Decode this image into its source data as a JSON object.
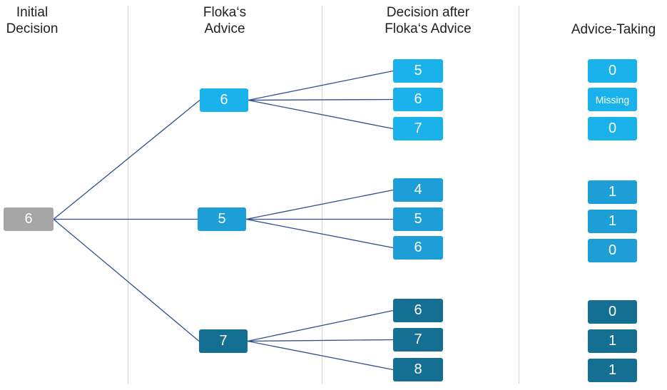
{
  "headers": {
    "initial": "Initial\nDecision",
    "advice": "Floka‘s\nAdvice",
    "after": "Decision after\nFloka‘s Advice",
    "taking": "Advice-Taking"
  },
  "colors": {
    "grey": "#a6a6a6",
    "light_blue": "#1ab2ea",
    "mid_blue": "#1e9ed6",
    "dark_blue": "#146f92",
    "line": "#2f4f8f",
    "divider": "#d4d4d4"
  },
  "tree": {
    "root": "6",
    "branches": [
      {
        "advice": "6",
        "shade": "light_blue",
        "decisions": [
          {
            "value": "5",
            "taking": "0"
          },
          {
            "value": "6",
            "taking": "Missing"
          },
          {
            "value": "7",
            "taking": "0"
          }
        ]
      },
      {
        "advice": "5",
        "shade": "mid_blue",
        "decisions": [
          {
            "value": "4",
            "taking": "1"
          },
          {
            "value": "5",
            "taking": "1"
          },
          {
            "value": "6",
            "taking": "0"
          }
        ]
      },
      {
        "advice": "7",
        "shade": "dark_blue",
        "decisions": [
          {
            "value": "6",
            "taking": "0"
          },
          {
            "value": "7",
            "taking": "1"
          },
          {
            "value": "8",
            "taking": "1"
          }
        ]
      }
    ]
  }
}
